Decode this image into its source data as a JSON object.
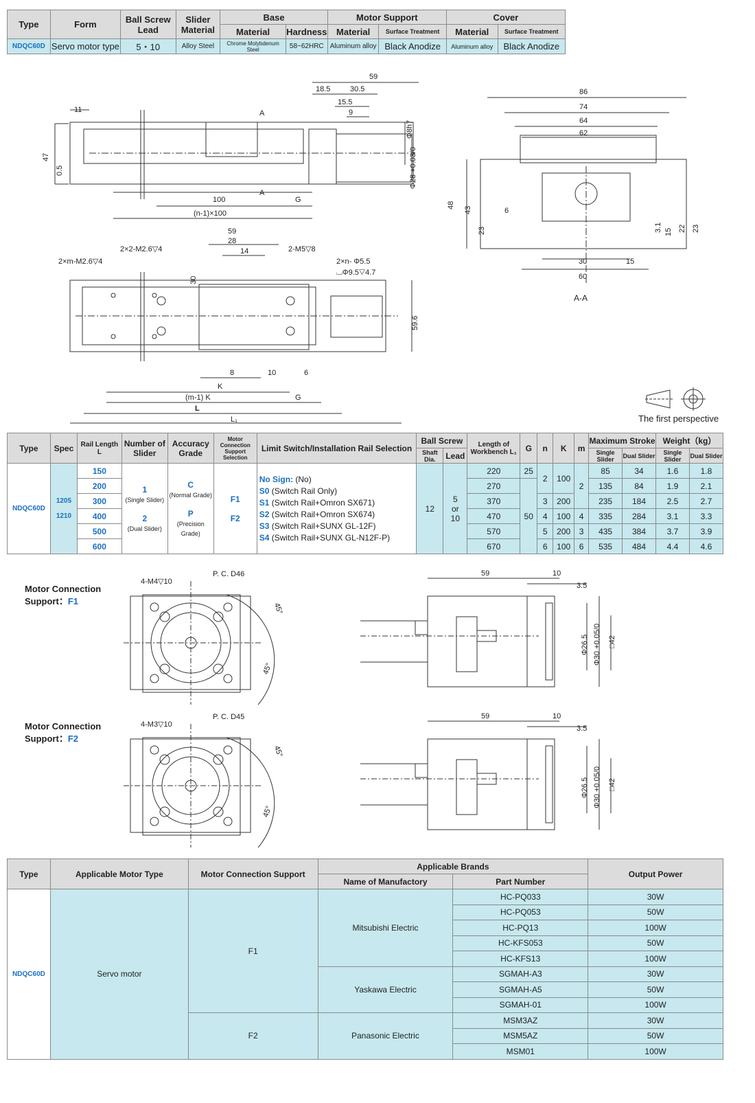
{
  "spec_table": {
    "headers": {
      "type": "Type",
      "form": "Form",
      "ball_screw_lead": "Ball Screw Lead",
      "slider_material": "Slider Material",
      "base": "Base",
      "motor_support": "Motor Support",
      "cover": "Cover",
      "material": "Material",
      "hardness": "Hardness",
      "surface_treatment": "Surface Treatment"
    },
    "row": {
      "type": "NDQC60D",
      "form": "Servo motor type",
      "lead": "5・10",
      "slider_material": "Alloy Steel",
      "base_material": "Chrome Molybdenum Steel",
      "base_hardness": "58~62HRC",
      "motor_material": "Aluminum alloy",
      "motor_surface": "Black Anodize",
      "cover_material": "Aluminum alloy",
      "cover_surface": "Black Anodize"
    }
  },
  "drawing_top": {
    "dims": [
      "59",
      "18.5",
      "30.5",
      "15.5",
      "9",
      "11",
      "47",
      "0.5",
      "100",
      "G",
      "(n-1)×100",
      "A",
      "A",
      "Φ8h7",
      "Φ28 +0.03/0"
    ]
  },
  "drawing_section": {
    "dims": [
      "86",
      "74",
      "64",
      "62",
      "48",
      "43",
      "23",
      "6",
      "30",
      "15",
      "60",
      "3.1",
      "15",
      "22",
      "23"
    ],
    "caption": "A-A"
  },
  "drawing_plan": {
    "dims": [
      "59",
      "28",
      "14",
      "30",
      "59.6",
      "8",
      "10",
      "6",
      "K",
      "(m-1) K",
      "G",
      "L",
      "L₁"
    ],
    "notes": [
      "2×2-M2.6▽4",
      "2-M5▽8",
      "2×m-M2.6▽4",
      "2×n- Φ5.5",
      "⌴Φ9.5▽4.7"
    ]
  },
  "perspective_caption": "The first perspective",
  "selection_table": {
    "headers": {
      "type": "Type",
      "spec": "Spec",
      "rail_length": "Rail Length",
      "rail_length_sub": "L",
      "num_slider": "Number of Slider",
      "accuracy": "Accuracy Grade",
      "motor_conn": "Motor Connection Support Selection",
      "limit": "Limit Switch/Installation Rail Selection",
      "ball_screw": "Ball Screw",
      "shaft_dia": "Shaft Dia.",
      "lead": "Lead",
      "workbench": "Length of Workbench L₁",
      "g": "G",
      "n": "n",
      "k": "K",
      "m": "m",
      "max_stroke": "Maximum Stroke",
      "weight": "Weight（kg）",
      "single": "Single Slider",
      "dual": "Dual Slider"
    },
    "type": "NDQC60D",
    "specs": [
      "1205",
      "1210"
    ],
    "sliders": [
      {
        "num": "1",
        "desc": "(Single Slider)"
      },
      {
        "num": "2",
        "desc": "(Dual Slider)"
      }
    ],
    "grades": [
      {
        "code": "C",
        "desc": "(Normal Grade)"
      },
      {
        "code": "P",
        "desc": "(Precision Grade)"
      }
    ],
    "motor_conn": [
      "F1",
      "F2"
    ],
    "limit_options": [
      {
        "code": "No Sign:",
        "desc": "(No)"
      },
      {
        "code": "S0",
        "desc": "(Switch Rail Only)"
      },
      {
        "code": "S1",
        "desc": "(Switch Rail+Omron  SX671)"
      },
      {
        "code": "S2",
        "desc": "(Switch Rail+Omron  SX674)"
      },
      {
        "code": "S3",
        "desc": "(Switch Rail+SUNX  GL-12F)"
      },
      {
        "code": "S4",
        "desc": "(Switch Rail+SUNX  GL-N12F-P)"
      }
    ],
    "shaft_dia": "12",
    "lead_top": "5",
    "lead_or": "or",
    "lead_bot": "10",
    "rows": [
      {
        "l": "150",
        "l1": "220",
        "g": "25",
        "n": "2",
        "k": "100",
        "m": "",
        "ss": "85",
        "sd": "34",
        "ws": "1.6",
        "wd": "1.8"
      },
      {
        "l": "200",
        "l1": "270",
        "g": "",
        "n": "",
        "k": "",
        "m": "2",
        "ss": "135",
        "sd": "84",
        "ws": "1.9",
        "wd": "2.1"
      },
      {
        "l": "300",
        "l1": "370",
        "g": "",
        "n": "3",
        "k": "200",
        "m": "",
        "ss": "235",
        "sd": "184",
        "ws": "2.5",
        "wd": "2.7"
      },
      {
        "l": "400",
        "l1": "470",
        "g": "50",
        "n": "4",
        "k": "100",
        "m": "4",
        "ss": "335",
        "sd": "284",
        "ws": "3.1",
        "wd": "3.3"
      },
      {
        "l": "500",
        "l1": "570",
        "g": "",
        "n": "5",
        "k": "200",
        "m": "3",
        "ss": "435",
        "sd": "384",
        "ws": "3.7",
        "wd": "3.9"
      },
      {
        "l": "600",
        "l1": "670",
        "g": "",
        "n": "6",
        "k": "100",
        "m": "6",
        "ss": "535",
        "sd": "484",
        "ws": "4.4",
        "wd": "4.6"
      }
    ]
  },
  "motor_f1": {
    "title": "Motor Connection",
    "title2": "Support：",
    "code": "F1",
    "dims": [
      "4-M4▽10",
      "P. C. D46",
      "45°",
      "45°",
      "59",
      "10",
      "3.5",
      "Φ26.5",
      "Φ30 +0.05/0",
      "□42"
    ]
  },
  "motor_f2": {
    "title": "Motor Connection",
    "title2": "Support：",
    "code": "F2",
    "dims": [
      "4-M3▽10",
      "P. C. D45",
      "45°",
      "45°",
      "59",
      "10",
      "3.5",
      "Φ26.5",
      "Φ30 +0.05/0",
      "□42"
    ]
  },
  "motor_table": {
    "headers": {
      "type": "Type",
      "motor_type": "Applicable Motor Type",
      "conn": "Motor Connection Support",
      "brands": "Applicable Brands",
      "manuf": "Name of Manufactory",
      "part": "Part Number",
      "power": "Output Power"
    },
    "type": "NDQC60D",
    "motor": "Servo motor",
    "groups": [
      {
        "conn": "F1",
        "manuf": "Mitsubishi Electric",
        "rows": [
          [
            "HC-PQ033",
            "30W"
          ],
          [
            "HC-PQ053",
            "50W"
          ],
          [
            "HC-PQ13",
            "100W"
          ],
          [
            "HC-KFS053",
            "50W"
          ],
          [
            "HC-KFS13",
            "100W"
          ]
        ]
      },
      {
        "conn": "F1",
        "manuf": "Yaskawa Electric",
        "rows": [
          [
            "SGMAH-A3",
            "30W"
          ],
          [
            "SGMAH-A5",
            "50W"
          ],
          [
            "SGMAH-01",
            "100W"
          ]
        ]
      },
      {
        "conn": "F2",
        "manuf": "Panasonic Electric",
        "rows": [
          [
            "MSM3AZ",
            "30W"
          ],
          [
            "MSM5AZ",
            "50W"
          ],
          [
            "MSM01",
            "100W"
          ]
        ]
      }
    ]
  }
}
